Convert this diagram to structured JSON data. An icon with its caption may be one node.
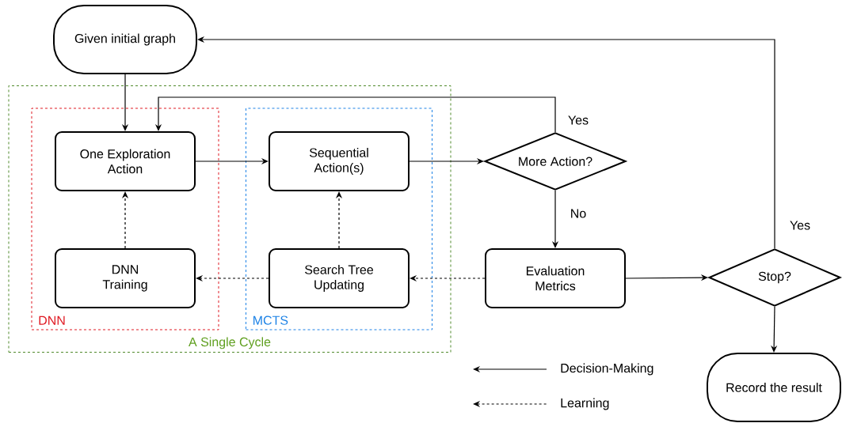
{
  "diagram": {
    "nodes": [
      {
        "text": [
          "Given initial graph"
        ]
      },
      {
        "text": [
          "A Single Cycle"
        ]
      },
      {
        "text": [
          "DNN"
        ],
        "in": 1
      },
      {
        "text": [
          "MCTS"
        ],
        "in": 1
      },
      {
        "text": [
          "One Exploration Action"
        ],
        "in": 2
      },
      {
        "text": [
          "DNN Training"
        ],
        "in": 2
      },
      {
        "text": [
          "Sequential Action(s)"
        ],
        "in": 3
      },
      {
        "text": [
          "Search Tree Updating"
        ],
        "in": 3
      },
      {
        "text": [
          "More Action?"
        ]
      },
      {
        "text": [
          "Evaluation Metrics"
        ]
      },
      {
        "text": [
          "Stop?"
        ]
      },
      {
        "text": [
          "Record the result"
        ]
      }
    ],
    "edges": [
      {
        "from": 0,
        "to": 4,
        "arrow": "to"
      },
      {
        "from": 8,
        "to": 4,
        "arrow": "to",
        "label": "Yes"
      },
      {
        "from": 4,
        "to": 6,
        "arrow": "to"
      },
      {
        "from": 6,
        "to": 8,
        "arrow": "to"
      },
      {
        "from": 8,
        "to": 9,
        "arrow": "to",
        "label": "No"
      },
      {
        "from": 9,
        "to": 7,
        "arrow": "to",
        "style": "dashed"
      },
      {
        "from": 7,
        "to": 5,
        "arrow": "to",
        "style": "dashed"
      },
      {
        "from": 5,
        "to": 4,
        "arrow": "to",
        "style": "dashed"
      },
      {
        "from": 7,
        "to": 6,
        "arrow": "to",
        "style": "dashed"
      },
      {
        "from": 9,
        "to": 10,
        "arrow": "to"
      },
      {
        "from": 10,
        "to": 0,
        "arrow": "to",
        "label": "Yes"
      },
      {
        "from": 10,
        "to": 11,
        "arrow": "to"
      }
    ],
    "legend": [
      {
        "text": "Decision-Making"
      },
      {
        "text": "Learning"
      }
    ]
  }
}
